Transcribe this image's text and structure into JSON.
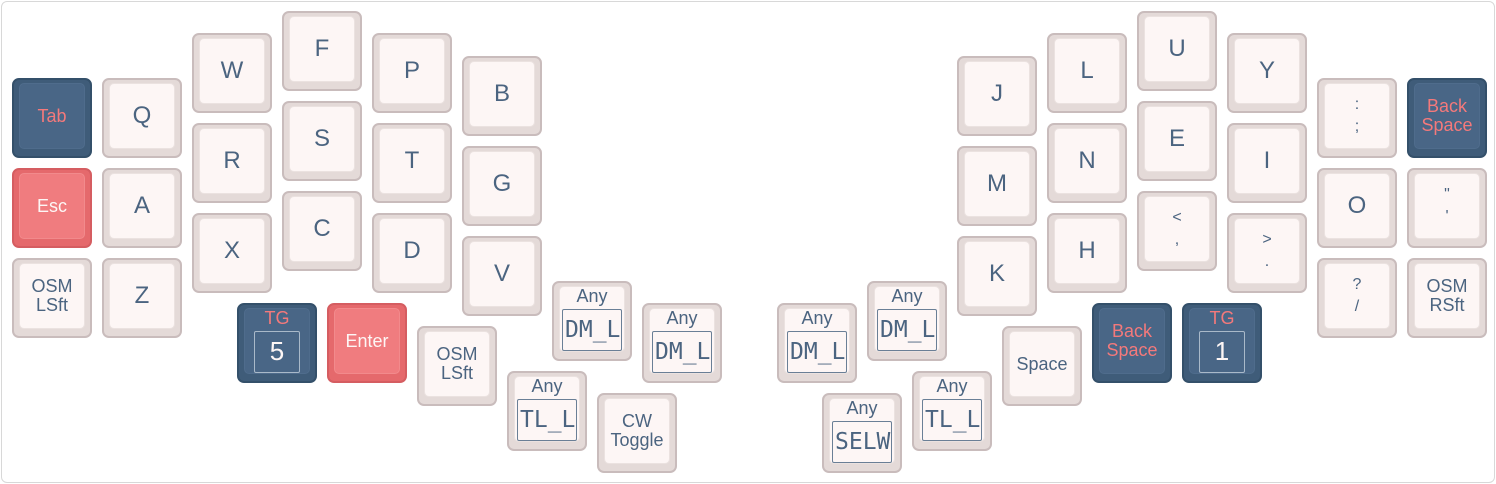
{
  "keymap": {
    "left": {
      "tab": "Tab",
      "esc": "Esc",
      "osm_lsft": {
        "line1": "OSM",
        "line2": "LSft"
      },
      "q": "Q",
      "a": "A",
      "z": "Z",
      "w": "W",
      "r": "R",
      "x": "X",
      "f": "F",
      "s": "S",
      "c": "C",
      "p": "P",
      "t": "T",
      "d": "D",
      "b": "B",
      "g": "G",
      "v": "V",
      "tg5": {
        "hold": "TG",
        "value": "5"
      },
      "enter": "Enter",
      "osm_lsft2": {
        "line1": "OSM",
        "line2": "LSft"
      },
      "any_tl": {
        "label": "Any",
        "value": "TL_L"
      },
      "any_dm1": {
        "label": "Any",
        "value": "DM_L"
      },
      "cw_toggle": {
        "line1": "CW",
        "line2": "Toggle"
      },
      "any_dm2": {
        "label": "Any",
        "value": "DM_L"
      }
    },
    "right": {
      "any_dm1": {
        "label": "Any",
        "value": "DM_L"
      },
      "any_dm2": {
        "label": "Any",
        "value": "DM_L"
      },
      "any_sel": {
        "label": "Any",
        "value": "SELW"
      },
      "any_tl": {
        "label": "Any",
        "value": "TL_L"
      },
      "space": "Space",
      "backspace_thumb": {
        "line1": "Back",
        "line2": "Space"
      },
      "tg1": {
        "hold": "TG",
        "value": "1"
      },
      "j": "J",
      "m": "M",
      "k": "K",
      "l": "L",
      "n": "N",
      "h": "H",
      "u": "U",
      "e": "E",
      "comma": {
        "shift": "<",
        "base": ","
      },
      "y": "Y",
      "i": "I",
      "dot": {
        "shift": ">",
        "base": "."
      },
      "semicolon": {
        "shift": ":",
        "base": ";"
      },
      "o": "O",
      "slash": {
        "shift": "?",
        "base": "/"
      },
      "backspace": {
        "line1": "Back",
        "line2": "Space"
      },
      "quote": {
        "shift": "\"",
        "base": "'"
      },
      "osm_rsft": {
        "line1": "OSM",
        "line2": "RSft"
      }
    }
  }
}
